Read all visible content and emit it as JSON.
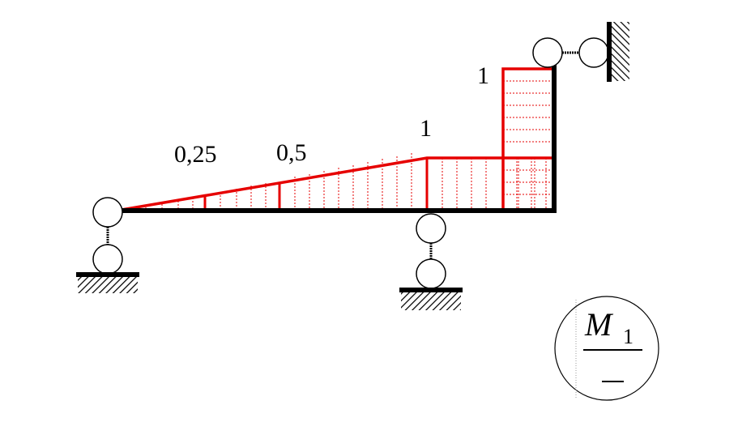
{
  "labels": {
    "v_025": "0,25",
    "v_05": "0,5",
    "v_1_beam": "1",
    "v_1_column": "1"
  },
  "legend": {
    "symbol": "M",
    "subscript": "1"
  },
  "colors": {
    "diagram": "#e60000",
    "frame": "#000000",
    "support": "#000000"
  }
}
